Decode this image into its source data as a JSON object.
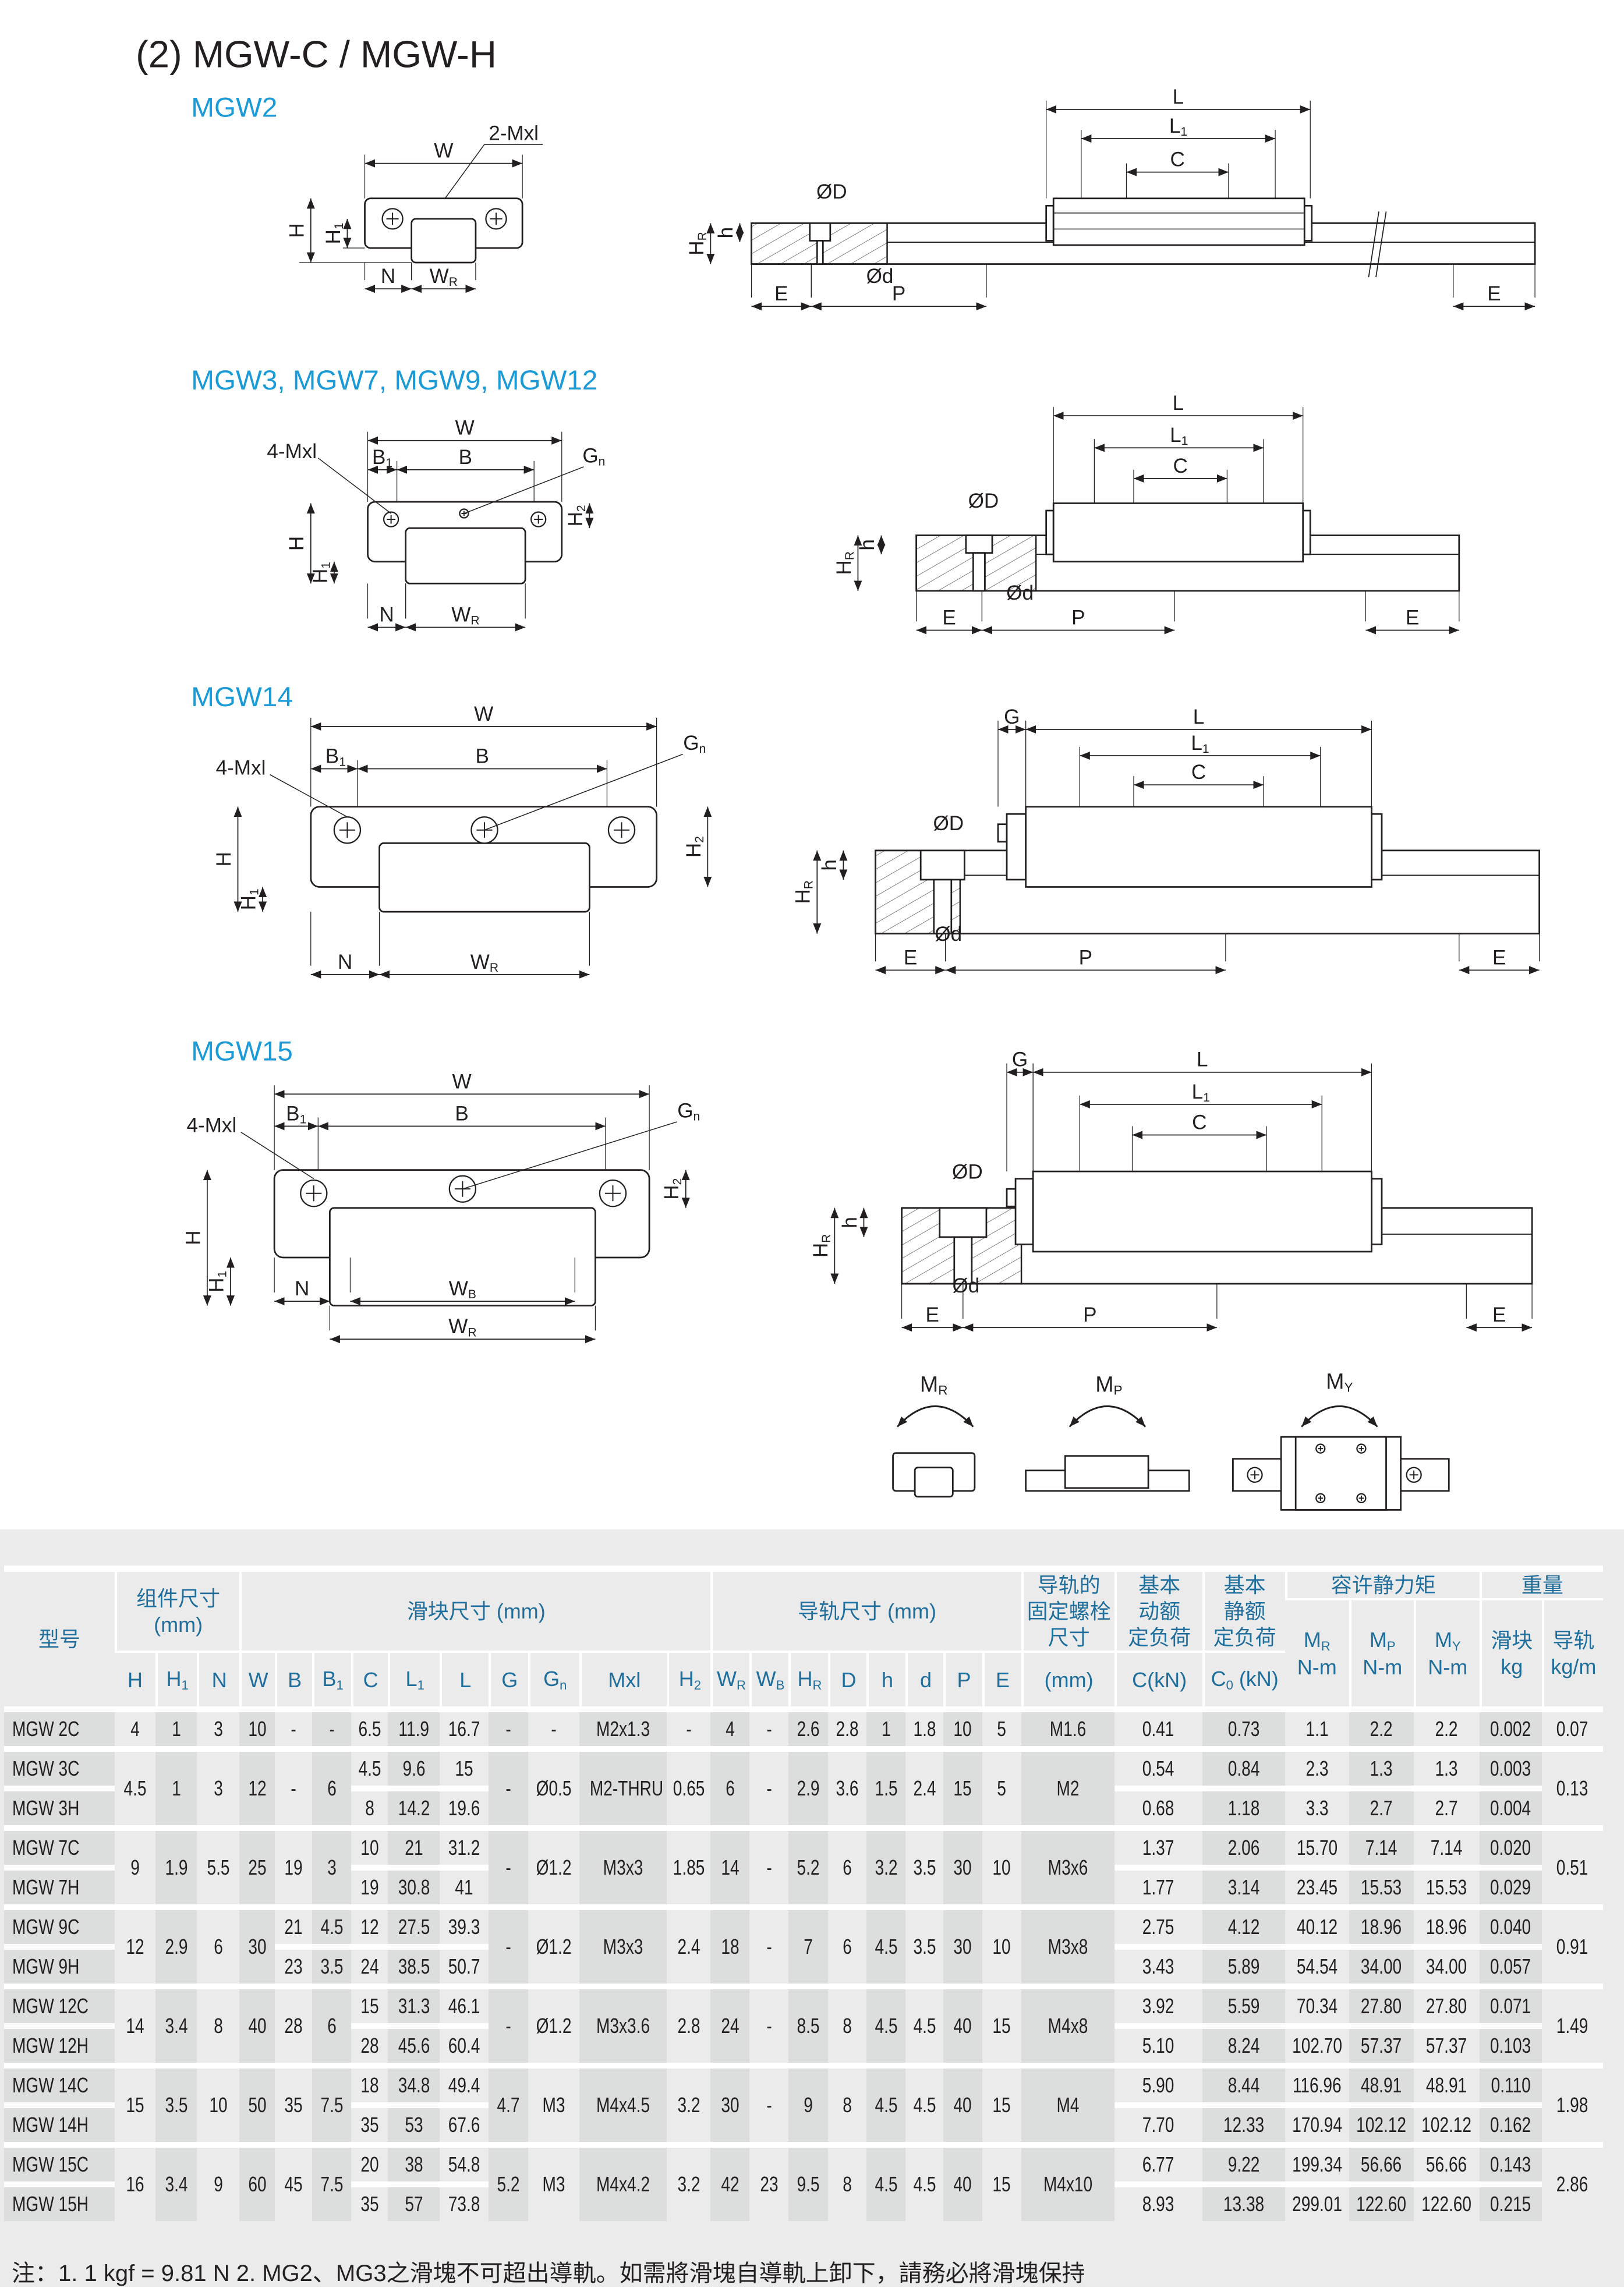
{
  "page_title": "(2) MGW-C / MGW-H",
  "sections": [
    {
      "title": "MGW2"
    },
    {
      "title": "MGW3, MGW7, MGW9, MGW12"
    },
    {
      "title": "MGW14"
    },
    {
      "title": "MGW15"
    }
  ],
  "drawing_labels": {
    "L": "L",
    "C": "C",
    "G": "G",
    "E": "E",
    "P": "P",
    "OD": "ØD",
    "Od": "Ød",
    "H": "H",
    "h": "h",
    "N": "N",
    "W": "W",
    "B": "B",
    "Mxl2": "2-Mxl",
    "Mxl4": "4-Mxl",
    "M": "M",
    "s1": "1",
    "sR": "R",
    "sB": "B",
    "s2": "2",
    "sn": "n",
    "sP": "P",
    "sY": "Y"
  },
  "colors": {
    "section_title": "#1a9ad6",
    "table_header": "#1f6e9c",
    "cell_dark": "#dcdddd",
    "cell_light": "#ebebeb"
  },
  "table": {
    "headers": {
      "model": "型号",
      "assembly": "组件尺寸\n(mm)",
      "block": "滑块尺寸 (mm)",
      "rail": "导轨尺寸 (mm)",
      "bolt": "导轨的\n固定螺栓\n尺寸",
      "dynamic": "基本\n动额\n定负荷",
      "static": "基本\n静额\n定负荷",
      "moment": "容许静力矩",
      "weight": "重量",
      "sub": {
        "H": {
          "t": "H"
        },
        "H1": {
          "t": "H",
          "s": "1"
        },
        "N": {
          "t": "N"
        },
        "W": {
          "t": "W"
        },
        "B": {
          "t": "B"
        },
        "B1": {
          "t": "B",
          "s": "1"
        },
        "C": {
          "t": "C"
        },
        "L1": {
          "t": "L",
          "s": "1"
        },
        "L": {
          "t": "L"
        },
        "G": {
          "t": "G"
        },
        "Gn": {
          "t": "G",
          "s": "n"
        },
        "Mxl": {
          "t": "Mxl"
        },
        "H2": {
          "t": "H",
          "s": "2"
        },
        "WR": {
          "t": "W",
          "s": "R"
        },
        "WB": {
          "t": "W",
          "s": "B"
        },
        "HR": {
          "t": "H",
          "s": "R"
        },
        "D": {
          "t": "D"
        },
        "h": {
          "t": "h"
        },
        "d": {
          "t": "d"
        },
        "P": {
          "t": "P"
        },
        "E": {
          "t": "E"
        },
        "bolt": {
          "t": "(mm)"
        },
        "Cd": {
          "t": "C(kN)"
        },
        "C0": {
          "t": "C",
          "s": "0",
          "a": " (kN)"
        },
        "MR": {
          "t": "M",
          "s": "R",
          "u": "N-m"
        },
        "MP": {
          "t": "M",
          "s": "P",
          "u": "N-m"
        },
        "MY": {
          "t": "M",
          "s": "Y",
          "u": "N-m"
        },
        "kg": {
          "t": "滑块",
          "u": "kg"
        },
        "kgm": {
          "t": "导轨",
          "u": "kg/m"
        }
      }
    },
    "groups": [
      {
        "shared": {
          "H": "4",
          "H1": "1",
          "N": "3",
          "W": "10",
          "B": "-",
          "B1": "-",
          "G": "-",
          "Gn": "-",
          "Mxl": "M2x1.3",
          "H2": "-",
          "WR": "4",
          "WB": "-",
          "HR": "2.6",
          "D": "2.8",
          "h": "1",
          "d": "1.8",
          "P": "10",
          "E": "5",
          "bolt": "M1.6",
          "kgm": "0.07"
        },
        "variants": [
          {
            "model": "MGW 2C",
            "C": "6.5",
            "L1": "11.9",
            "L": "16.7",
            "Cd": "0.41",
            "C0": "0.73",
            "MR": "1.1",
            "MP": "2.2",
            "MY": "2.2",
            "kg": "0.002"
          }
        ]
      },
      {
        "shared": {
          "H": "4.5",
          "H1": "1",
          "N": "3",
          "W": "12",
          "B": "-",
          "B1": "6",
          "G": "-",
          "Gn": "Ø0.5",
          "Mxl": "M2-THRU",
          "H2": "0.65",
          "WR": "6",
          "WB": "-",
          "HR": "2.9",
          "D": "3.6",
          "h": "1.5",
          "d": "2.4",
          "P": "15",
          "E": "5",
          "bolt": "M2",
          "kgm": "0.13"
        },
        "variants": [
          {
            "model": "MGW 3C",
            "C": "4.5",
            "L1": "9.6",
            "L": "15",
            "Cd": "0.54",
            "C0": "0.84",
            "MR": "2.3",
            "MP": "1.3",
            "MY": "1.3",
            "kg": "0.003"
          },
          {
            "model": "MGW 3H",
            "C": "8",
            "L1": "14.2",
            "L": "19.6",
            "Cd": "0.68",
            "C0": "1.18",
            "MR": "3.3",
            "MP": "2.7",
            "MY": "2.7",
            "kg": "0.004"
          }
        ]
      },
      {
        "shared": {
          "H": "9",
          "H1": "1.9",
          "N": "5.5",
          "W": "25",
          "B": "19",
          "B1": "3",
          "G": "-",
          "Gn": "Ø1.2",
          "Mxl": "M3x3",
          "H2": "1.85",
          "WR": "14",
          "WB": "-",
          "HR": "5.2",
          "D": "6",
          "h": "3.2",
          "d": "3.5",
          "P": "30",
          "E": "10",
          "bolt": "M3x6",
          "kgm": "0.51"
        },
        "variants": [
          {
            "model": "MGW 7C",
            "C": "10",
            "L1": "21",
            "L": "31.2",
            "Cd": "1.37",
            "C0": "2.06",
            "MR": "15.70",
            "MP": "7.14",
            "MY": "7.14",
            "kg": "0.020"
          },
          {
            "model": "MGW 7H",
            "C": "19",
            "L1": "30.8",
            "L": "41",
            "Cd": "1.77",
            "C0": "3.14",
            "MR": "23.45",
            "MP": "15.53",
            "MY": "15.53",
            "kg": "0.029"
          }
        ]
      },
      {
        "shared": {
          "H": "12",
          "H1": "2.9",
          "N": "6",
          "W": "30",
          "G": "-",
          "Gn": "Ø1.2",
          "Mxl": "M3x3",
          "H2": "2.4",
          "WR": "18",
          "WB": "-",
          "HR": "7",
          "D": "6",
          "h": "4.5",
          "d": "3.5",
          "P": "30",
          "E": "10",
          "bolt": "M3x8",
          "kgm": "0.91"
        },
        "variants": [
          {
            "model": "MGW 9C",
            "B": "21",
            "B1": "4.5",
            "C": "12",
            "L1": "27.5",
            "L": "39.3",
            "Cd": "2.75",
            "C0": "4.12",
            "MR": "40.12",
            "MP": "18.96",
            "MY": "18.96",
            "kg": "0.040"
          },
          {
            "model": "MGW 9H",
            "B": "23",
            "B1": "3.5",
            "C": "24",
            "L1": "38.5",
            "L": "50.7",
            "Cd": "3.43",
            "C0": "5.89",
            "MR": "54.54",
            "MP": "34.00",
            "MY": "34.00",
            "kg": "0.057"
          }
        ]
      },
      {
        "shared": {
          "H": "14",
          "H1": "3.4",
          "N": "8",
          "W": "40",
          "B": "28",
          "B1": "6",
          "G": "-",
          "Gn": "Ø1.2",
          "Mxl": "M3x3.6",
          "H2": "2.8",
          "WR": "24",
          "WB": "-",
          "HR": "8.5",
          "D": "8",
          "h": "4.5",
          "d": "4.5",
          "P": "40",
          "E": "15",
          "bolt": "M4x8",
          "kgm": "1.49"
        },
        "variants": [
          {
            "model": "MGW 12C",
            "C": "15",
            "L1": "31.3",
            "L": "46.1",
            "Cd": "3.92",
            "C0": "5.59",
            "MR": "70.34",
            "MP": "27.80",
            "MY": "27.80",
            "kg": "0.071"
          },
          {
            "model": "MGW 12H",
            "C": "28",
            "L1": "45.6",
            "L": "60.4",
            "Cd": "5.10",
            "C0": "8.24",
            "MR": "102.70",
            "MP": "57.37",
            "MY": "57.37",
            "kg": "0.103"
          }
        ]
      },
      {
        "shared": {
          "H": "15",
          "H1": "3.5",
          "N": "10",
          "W": "50",
          "B": "35",
          "B1": "7.5",
          "G": "4.7",
          "Gn": "M3",
          "Mxl": "M4x4.5",
          "H2": "3.2",
          "WR": "30",
          "WB": "-",
          "HR": "9",
          "D": "8",
          "h": "4.5",
          "d": "4.5",
          "P": "40",
          "E": "15",
          "bolt": "M4",
          "kgm": "1.98"
        },
        "variants": [
          {
            "model": "MGW 14C",
            "C": "18",
            "L1": "34.8",
            "L": "49.4",
            "Cd": "5.90",
            "C0": "8.44",
            "MR": "116.96",
            "MP": "48.91",
            "MY": "48.91",
            "kg": "0.110"
          },
          {
            "model": "MGW 14H",
            "C": "35",
            "L1": "53",
            "L": "67.6",
            "Cd": "7.70",
            "C0": "12.33",
            "MR": "170.94",
            "MP": "102.12",
            "MY": "102.12",
            "kg": "0.162"
          }
        ]
      },
      {
        "shared": {
          "H": "16",
          "H1": "3.4",
          "N": "9",
          "W": "60",
          "B": "45",
          "B1": "7.5",
          "G": "5.2",
          "Gn": "M3",
          "Mxl": "M4x4.2",
          "H2": "3.2",
          "WR": "42",
          "WB": "23",
          "HR": "9.5",
          "D": "8",
          "h": "4.5",
          "d": "4.5",
          "P": "40",
          "E": "15",
          "bolt": "M4x10",
          "kgm": "2.86"
        },
        "variants": [
          {
            "model": "MGW 15C",
            "C": "20",
            "L1": "38",
            "L": "54.8",
            "Cd": "6.77",
            "C0": "9.22",
            "MR": "199.34",
            "MP": "56.66",
            "MY": "56.66",
            "kg": "0.143"
          },
          {
            "model": "MGW 15H",
            "C": "35",
            "L1": "57",
            "L": "73.8",
            "Cd": "8.93",
            "C0": "13.38",
            "MR": "299.01",
            "MP": "122.60",
            "MY": "122.60",
            "kg": "0.215"
          }
        ]
      }
    ]
  },
  "footnote": "注：1. 1 kgf = 9.81 N   2. MG2、MG3之滑塊不可超出導軌。如需將滑塊自導軌上卸下，請務必將滑塊保持"
}
